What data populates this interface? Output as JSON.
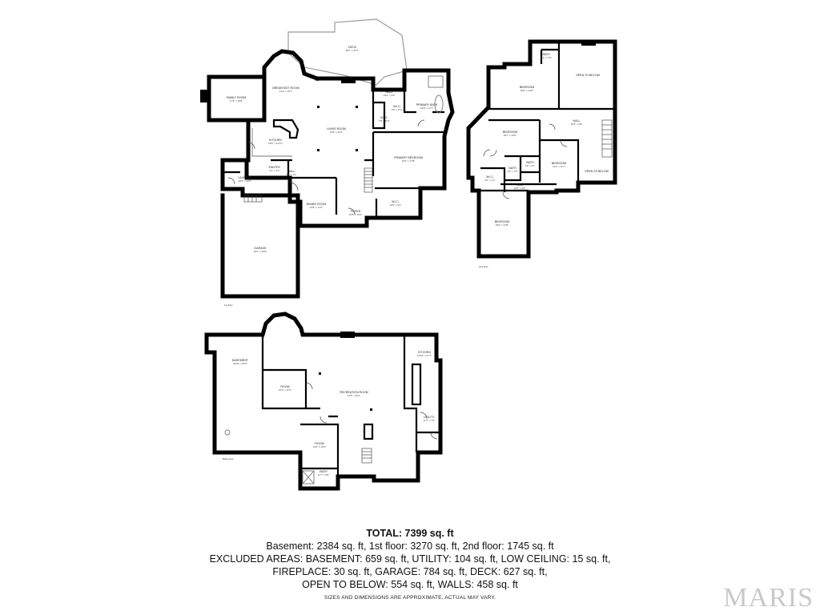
{
  "floors": {
    "first": {
      "label": "1st floor",
      "rooms": [
        {
          "name": "DECK",
          "dims": "28'1\" x 20'7\""
        },
        {
          "name": "BREAKFAST ROOM",
          "dims": "14'4\" x 15'7\""
        },
        {
          "name": "FAMILY ROOM",
          "dims": "17'6\" x 18'8\""
        },
        {
          "name": "LIVING ROOM",
          "dims": "24'8\" x 23'1\""
        },
        {
          "name": "HALL",
          "dims": "14'2\" x 4'9\""
        },
        {
          "name": "PRIMARY BATH",
          "dims": "15'8\" x 11'7\""
        },
        {
          "name": "W.I.C.",
          "dims": "7'8\" x 6'11\""
        },
        {
          "name": "W.I.C.",
          "dims": "3'6\" x 2'11\""
        },
        {
          "name": "KITCHEN",
          "dims": "18'2\" x 14'11\""
        },
        {
          "name": "PRIMARY BEDROOM",
          "dims": "23'3\" x 17'8\""
        },
        {
          "name": "PANTRY",
          "dims": "5'1\" x 4'2\""
        },
        {
          "name": "HALL",
          "dims": "6'4\" x 4'1\""
        },
        {
          "name": "LAUNDRY",
          "dims": "18'4\" x 10'0\""
        },
        {
          "name": "DINING ROOM",
          "dims": "13'8\" x 17'0\""
        },
        {
          "name": "FOYER",
          "dims": "12'8\" x 10'0\""
        },
        {
          "name": "W.I.C.",
          "dims": "10'0\" x 6'1\""
        },
        {
          "name": "GARAGE",
          "dims": "24'4\" x 30'9\""
        }
      ]
    },
    "second": {
      "label": "2nd floor",
      "rooms": [
        {
          "name": "BATH",
          "dims": "5'4\" x 7'6\""
        },
        {
          "name": "OPEN TO BELOW",
          "dims": ""
        },
        {
          "name": "BEDROOM",
          "dims": "20'2\" x 13'6\""
        },
        {
          "name": "HALL",
          "dims": "23'3\" x 4'8\""
        },
        {
          "name": "BEDROOM",
          "dims": "20'7\" x 10'0\""
        },
        {
          "name": "BEDROOM",
          "dims": "13'4\" x 11'7\""
        },
        {
          "name": "BATH",
          "dims": "7'9\" x 6'7\""
        },
        {
          "name": "BATH",
          "dims": "4'3\" x 7'9\""
        },
        {
          "name": "W.I.C.",
          "dims": "6'0\" x 7'1\""
        },
        {
          "name": "OPEN TO BELOW",
          "dims": ""
        },
        {
          "name": "HALL",
          "dims": "10'0\" x 3'6\""
        },
        {
          "name": "BEDROOM",
          "dims": "19'6\" x 21'8\""
        }
      ]
    },
    "basement": {
      "label": "Basement",
      "rooms": [
        {
          "name": "BASEMENT",
          "dims": "40'10\" x 26'2\""
        },
        {
          "name": "KITCHEN",
          "dims": "13'10\" x 27'7\""
        },
        {
          "name": "ROOM",
          "dims": "14'3\" x 12'1\""
        },
        {
          "name": "RECREATION ROOM",
          "dims": "47'8\" x 40'1\""
        },
        {
          "name": "UTILITY",
          "dims": "11'1\" x 7'6\""
        },
        {
          "name": "ROOM",
          "dims": "13'6\" x 15'4\""
        },
        {
          "name": "BATH",
          "dims": "11'7\" x 5'8\""
        }
      ]
    }
  },
  "summary": {
    "total": "TOTAL: 7399 sq. ft",
    "line1": "Basement: 2384 sq. ft, 1st floor: 3270 sq. ft, 2nd floor: 1745 sq. ft",
    "line2": "EXCLUDED AREAS: BASEMENT: 659 sq. ft, UTILITY: 104 sq. ft, LOW CEILING: 15 sq. ft,",
    "line3": "FIREPLACE: 30 sq. ft, GARAGE: 784 sq. ft, DECK: 627 sq. ft,",
    "line4": "OPEN TO BELOW: 554 sq. ft, WALLS: 458 sq. ft"
  },
  "disclaimer": "SIZES AND DIMENSIONS ARE APPROXIMATE, ACTUAL MAY VARY.",
  "watermark": "MARIS"
}
